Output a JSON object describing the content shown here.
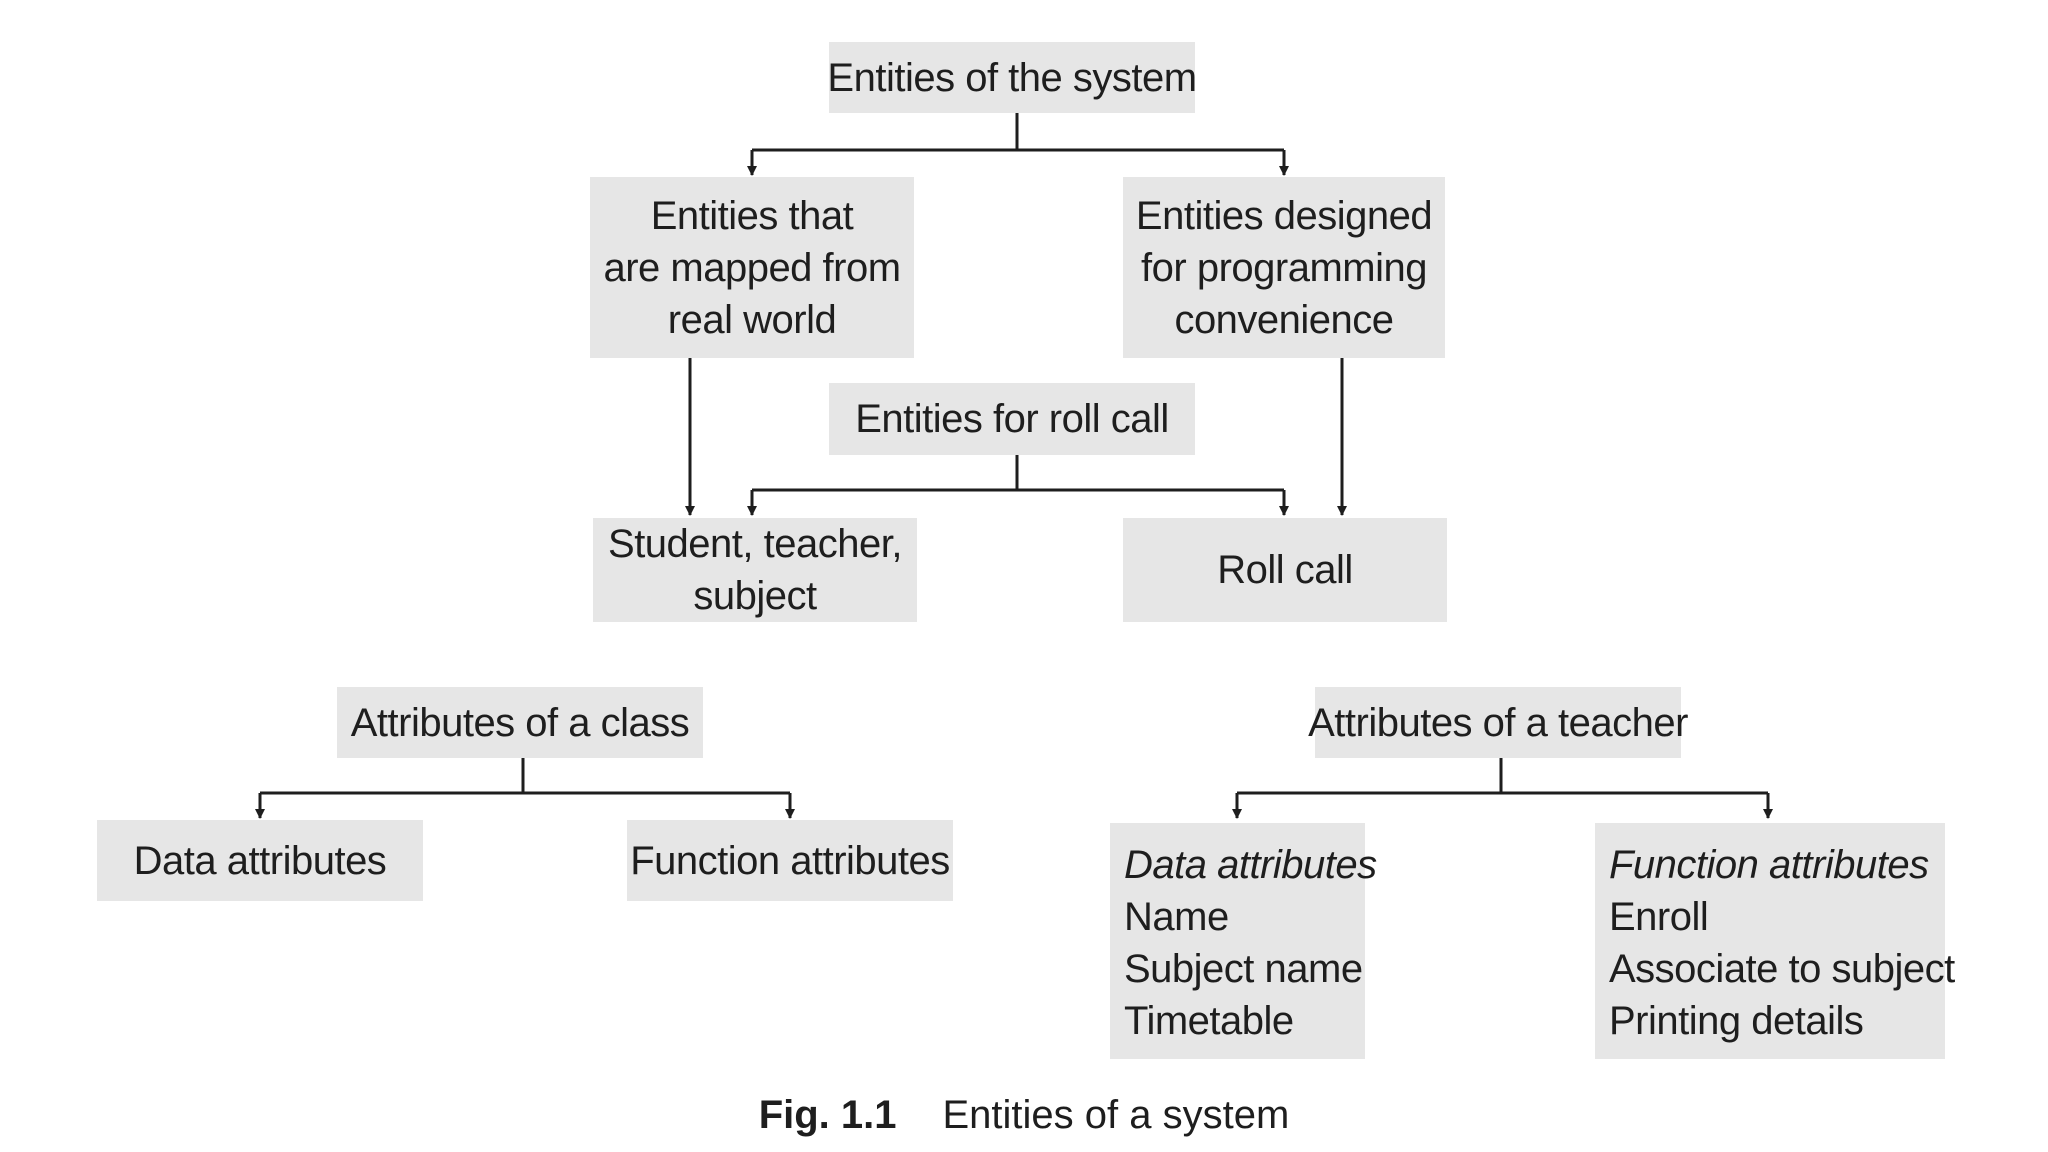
{
  "diagram": {
    "root": {
      "title": "Entities of the system"
    },
    "real_world": {
      "lines": [
        "Entities that",
        "are mapped from",
        "real world"
      ]
    },
    "programming": {
      "lines": [
        "Entities designed",
        "for programming",
        "convenience"
      ]
    },
    "roll_call_group": {
      "title": "Entities for roll call"
    },
    "student_teacher": {
      "lines": [
        "Student, teacher,",
        "subject"
      ]
    },
    "roll_call": {
      "title": "Roll call"
    },
    "class_attributes": {
      "title": "Attributes of a class"
    },
    "class_data": {
      "title": "Data attributes"
    },
    "class_function": {
      "title": "Function attributes"
    },
    "teacher_attributes": {
      "title": "Attributes of a teacher"
    },
    "teacher_data": {
      "heading": "Data attributes",
      "items": [
        "Name",
        "Subject name",
        "Timetable"
      ]
    },
    "teacher_function": {
      "heading": "Function attributes",
      "items": [
        "Enroll",
        "Associate to subject",
        "Printing details"
      ]
    }
  },
  "caption": {
    "label": "Fig. 1.1",
    "text": "Entities of a system"
  },
  "colors": {
    "box_fill": "#e6e6e6",
    "line": "#1e1e1e",
    "text": "#1e1e1e"
  }
}
